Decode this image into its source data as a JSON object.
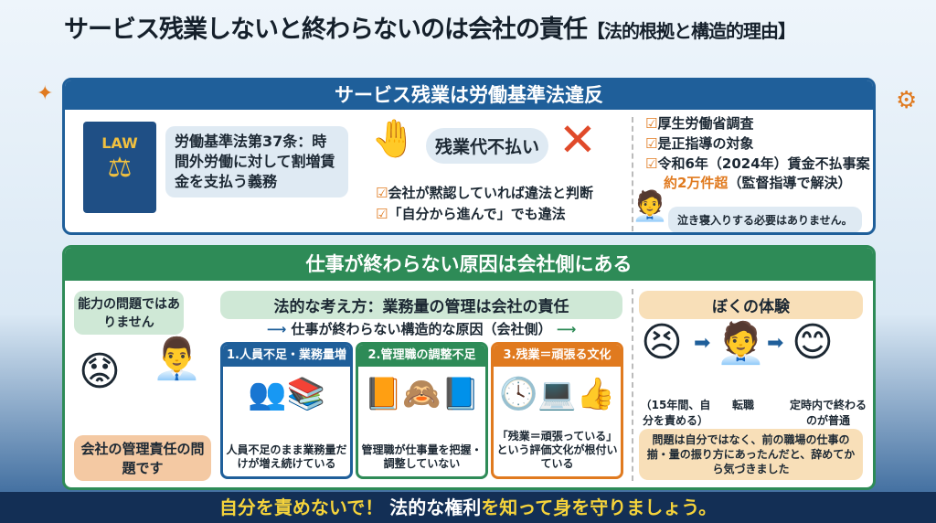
{
  "title": {
    "main": "サービス残業しないと終わらないのは会社の責任",
    "sub": "【法的根拠と構造的理由】"
  },
  "section1": {
    "header": "サービス残業は労働基準法違反",
    "book_label": "LAW",
    "law_text": "労働基準法第37条：時間外労働に対して割増賃金を支払う義務",
    "speech": "残業代不払い",
    "checks": [
      "会社が黙認していれば違法と判断",
      "「自分から進んで」でも違法"
    ],
    "right_checks": [
      "厚生労働省調査",
      "是正指導の対象",
      "令和6年（2024年）賃金不払事案"
    ],
    "highlight": "約2万件超",
    "highlight_note": "（監督指導で解決）",
    "advice": "泣き寝入りする必要はありません。"
  },
  "section2": {
    "header": "仕事が終わらない原因は会社側にある",
    "left_bubble": "能力の問題ではありません",
    "left_answer": "会社の管理責任の問題です",
    "legal_view": "法的な考え方：業務量の管理は会社の責任",
    "structural": "仕事が終わらない構造的な原因（会社側）",
    "causes": [
      {
        "title": "1.人員不足・業務量増",
        "text": "人員不足のまま業務量だけが増え続けている",
        "color": "#1f5f9a"
      },
      {
        "title": "2.管理職の調整不足",
        "text": "管理職が仕事量を把握・調整していない",
        "color": "#2e8b57"
      },
      {
        "title": "3.残業＝頑張る文化",
        "text": "「残業＝頑張っている」という評価文化が根付いている",
        "color": "#e07a1f"
      }
    ],
    "experience": {
      "title": "ぼくの体験",
      "steps": [
        "（15年間、自分を責める）",
        "転職",
        "定時内で終わるのが普通"
      ],
      "conclusion": "問題は自分ではなく、前の職場の仕事の揃・量の振り方にあったんだと、辞めてから気づきました"
    }
  },
  "footer": {
    "part1": "自分を責めないで！ ",
    "part2": "法的な権利",
    "part3": "を知って身を守りましょう。"
  }
}
